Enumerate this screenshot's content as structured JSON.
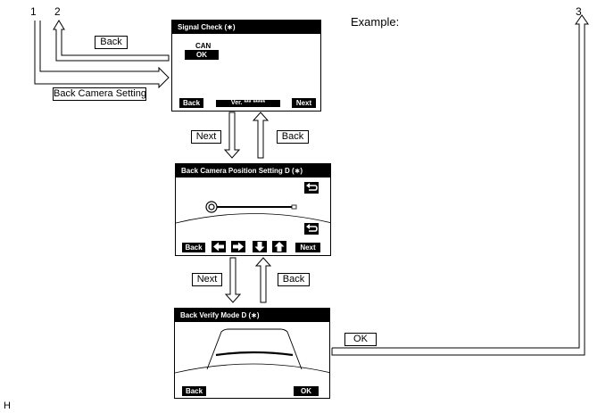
{
  "labels": {
    "num1": "1",
    "num2": "2",
    "num3": "3",
    "example": "Example:",
    "h": "H",
    "back_top": "Back",
    "back_camera_setting": "Back Camera Setting",
    "next_1": "Next",
    "back_1": "Back",
    "next_2": "Next",
    "back_2": "Back",
    "ok": "OK"
  },
  "screen1": {
    "title": "Signal Check (∗)",
    "can": "CAN",
    "ok": "OK",
    "back": "Back",
    "version": "Ver. *** *****",
    "next": "Next"
  },
  "screen2": {
    "title": "Back Camera Position Setting D (∗)",
    "back": "Back",
    "next": "Next",
    "icons": [
      "return-icon",
      "return-icon",
      "arrow-left-icon",
      "arrow-right-icon",
      "arrow-down-icon",
      "arrow-up-icon"
    ]
  },
  "screen3": {
    "title": "Back Verify Mode D (∗)",
    "back": "Back",
    "ok": "OK"
  },
  "colors": {
    "line": "#000000",
    "background": "#ffffff"
  }
}
